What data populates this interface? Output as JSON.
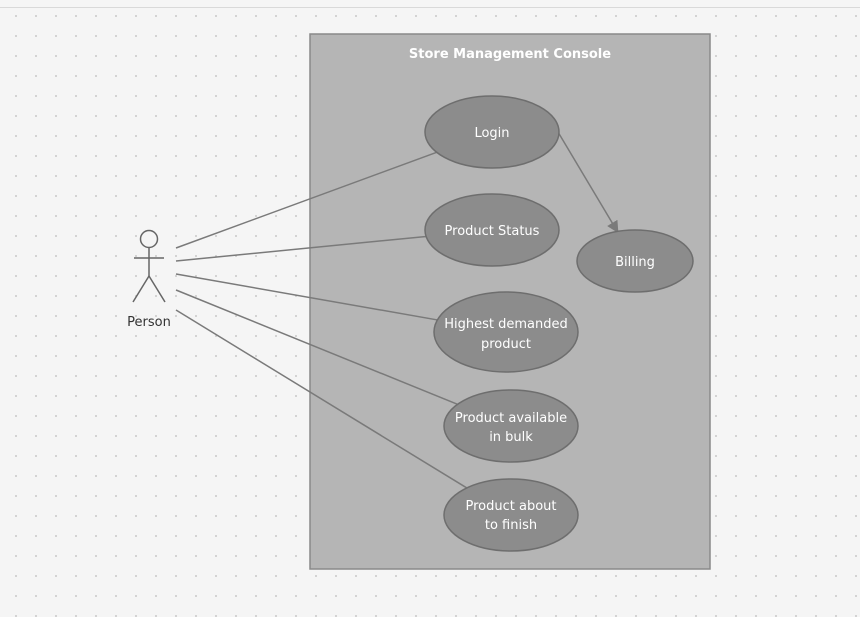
{
  "colors": {
    "canvas": "#f5f5f5",
    "system_fill": "#b5b5b5",
    "system_stroke": "#8a8a8a",
    "usecase_fill": "#8c8c8c",
    "usecase_stroke": "#6e6e6e",
    "line": "#7a7a7a",
    "text_on_shape": "#ffffff",
    "actor_stroke": "#666666"
  },
  "system": {
    "title": "Store Management Console"
  },
  "actor": {
    "label": "Person",
    "icon": "stick-figure-icon"
  },
  "use_cases": [
    {
      "id": "login",
      "lines": [
        "Login"
      ]
    },
    {
      "id": "product-status",
      "lines": [
        "Product Status"
      ]
    },
    {
      "id": "highest-demanded",
      "lines": [
        "Highest demanded",
        "product"
      ]
    },
    {
      "id": "bulk",
      "lines": [
        "Product available",
        "in bulk"
      ]
    },
    {
      "id": "about-to-finish",
      "lines": [
        "Product about",
        "to finish"
      ]
    },
    {
      "id": "billing",
      "lines": [
        "Billing"
      ]
    }
  ],
  "associations": [
    {
      "from": "actor",
      "to": "login"
    },
    {
      "from": "actor",
      "to": "product-status"
    },
    {
      "from": "actor",
      "to": "highest-demanded"
    },
    {
      "from": "actor",
      "to": "bulk"
    },
    {
      "from": "actor",
      "to": "about-to-finish"
    }
  ],
  "arrows": [
    {
      "from": "login",
      "to": "billing"
    }
  ]
}
